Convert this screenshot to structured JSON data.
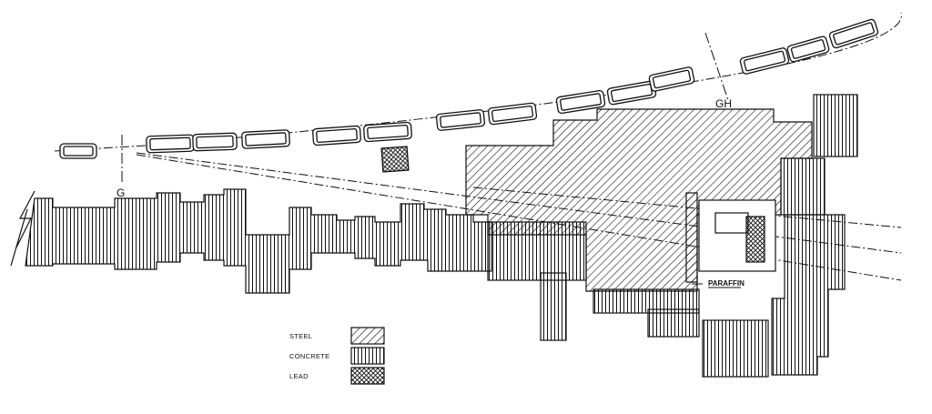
{
  "diagram": {
    "markers": {
      "g": "G",
      "gh": "GH"
    },
    "paraffin_label": "PARAFFIN",
    "legend": [
      {
        "label": "STEEL",
        "pattern": "steel"
      },
      {
        "label": "CONCRETE",
        "pattern": "concrete"
      },
      {
        "label": "LEAD",
        "pattern": "lead"
      }
    ],
    "colors": {
      "ink": "#111111",
      "paper": "#ffffff"
    }
  }
}
